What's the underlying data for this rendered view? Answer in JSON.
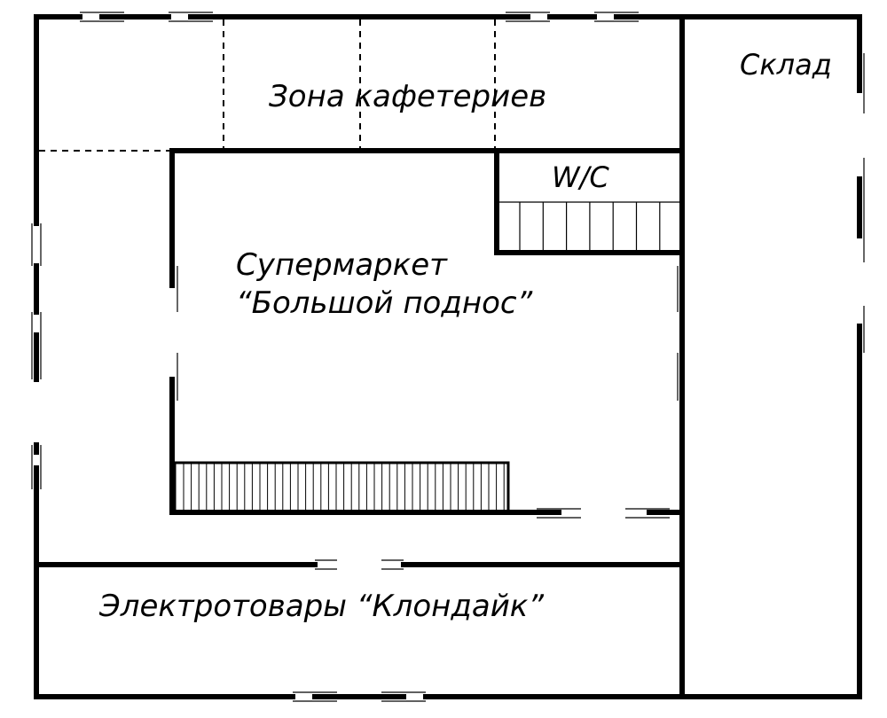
{
  "rooms": {
    "cafeteria_zone": "Зона кафетериев",
    "storage": "Склад",
    "wc": "W/C",
    "supermarket_line1": "Супермаркет",
    "supermarket_line2": "“Большой поднос”",
    "electronics": "Электротовары “Клондайк”"
  },
  "colors": {
    "walls": "#000000",
    "background": "#ffffff"
  }
}
